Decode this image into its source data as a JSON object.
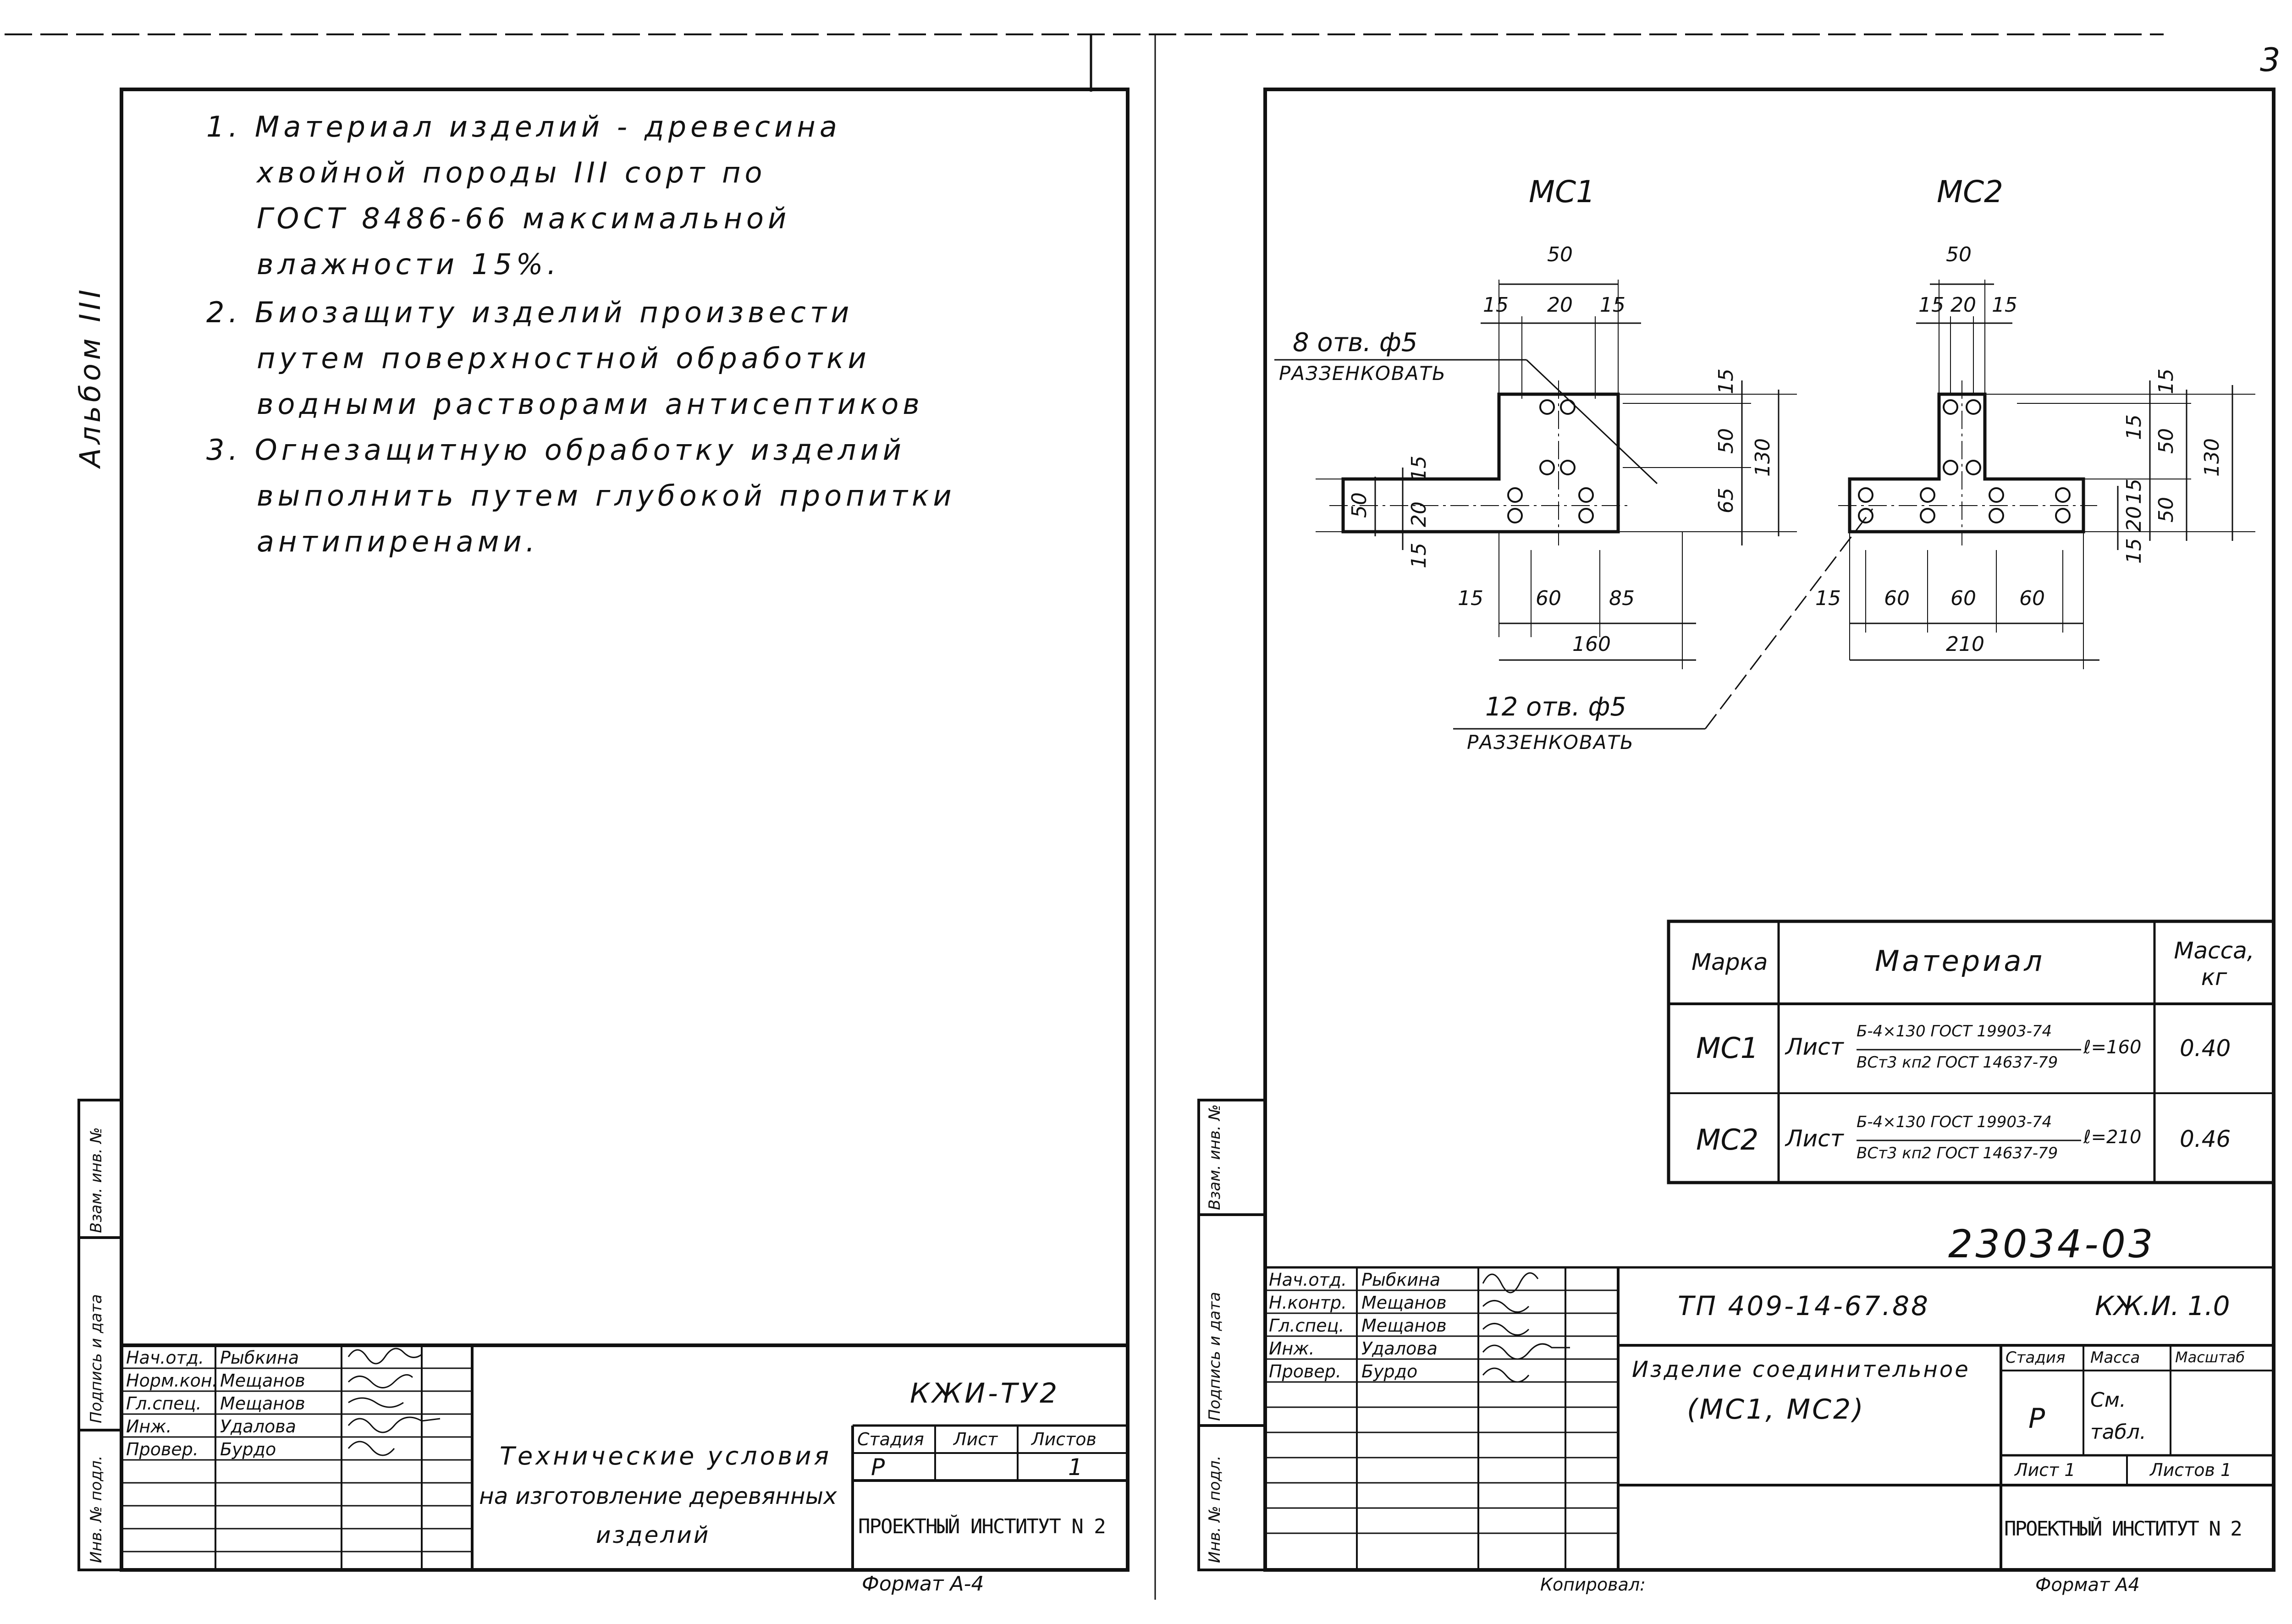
{
  "page_number": "3",
  "left_sheet": {
    "album_label": "Альбом III",
    "notes": [
      "1. Материал изделий - древесина",
      "хвойной породы III сорт по",
      "ГОСТ 8486-66 максимальной",
      "влажности 15%.",
      "2. Биозащиту изделий произвести",
      "путем поверхностной обработки",
      "водными растворами антисептиков",
      "3. Огнезащитную обработку изделий",
      "выполнить путем глубокой пропитки",
      "антипиренами."
    ],
    "side_columns": [
      "Инв. № подл.",
      "Подпись и дата",
      "Взам. инв. №"
    ],
    "stamp": {
      "roles": [
        "Нач.отд.",
        "Норм.кон.",
        "Гл.спец.",
        "Инж.",
        "Провер."
      ],
      "names": [
        "Рыбкина",
        "Мещанов",
        "Мещанов",
        "Удалова",
        "Бурдо"
      ],
      "code": "КЖИ-ТУ2",
      "title": [
        "Технические условия",
        "на изготовление деревянных",
        "изделий"
      ],
      "stage_header": "Стадия",
      "sheet_header": "Лист",
      "sheets_header": "Листов",
      "stage": "Р",
      "sheets": "1",
      "org": "ПРОЕКТНЫЙ ИНСТИТУТ N 2"
    },
    "format": "Формат А-4"
  },
  "right_sheet": {
    "drawing": {
      "mc1_title": "МС1",
      "mc2_title": "МС2",
      "hole_note_1": "8 отв. ф5",
      "hole_note_2": "12 отв. ф5",
      "countersink": "раззенковать",
      "mc1_dims": [
        "50",
        "15",
        "20",
        "15",
        "15",
        "50",
        "130",
        "65",
        "50",
        "15",
        "20",
        "15",
        "15",
        "60",
        "85",
        "160"
      ],
      "mc2_dims": [
        "50",
        "15",
        "20",
        "15",
        "15",
        "15",
        "50",
        "130",
        "15",
        "20",
        "50",
        "15",
        "15",
        "60",
        "60",
        "60",
        "210"
      ]
    },
    "spec_table": {
      "headers": [
        "Марка",
        "Материал",
        "Масса, кг"
      ],
      "rows": [
        {
          "mark": "МС1",
          "type": "Лист",
          "num": "Б-4×130 ГОСТ 19903-74",
          "den": "ВСт3 кп2 ГОСТ 14637-79",
          "len": "ℓ=160",
          "mass": "0.40"
        },
        {
          "mark": "МС2",
          "type": "Лист",
          "num": "Б-4×130 ГОСТ 19903-74",
          "den": "ВСт3 кп2 ГОСТ 14637-79",
          "len": "ℓ=210",
          "mass": "0.46"
        }
      ]
    },
    "doc_number": "23034-03",
    "side_columns": [
      "Инв. № подл.",
      "Подпись и дата",
      "Взам. инв. №"
    ],
    "stamp": {
      "roles": [
        "Нач.отд.",
        "Н.контр.",
        "Гл.спец.",
        "Инж.",
        "Провер."
      ],
      "names": [
        "Рыбкина",
        "Мещанов",
        "Мещанов",
        "Удалова",
        "Бурдо"
      ],
      "project": "ТП 409-14-67.88",
      "code": "КЖ.И. 1.0",
      "title_1": "Изделие соединительное",
      "title_2": "(МС1, МС2)",
      "stage_header": "Стадия",
      "mass_header": "Масса",
      "scale_header": "Масштаб",
      "stage": "Р",
      "mass_value": "См. табл.",
      "sheet_label": "Лист 1",
      "sheets_label": "Листов 1",
      "org": "ПРОЕКТНЫЙ ИНСТИТУТ N 2"
    },
    "copied": "Копировал:",
    "format": "Формат А4"
  }
}
